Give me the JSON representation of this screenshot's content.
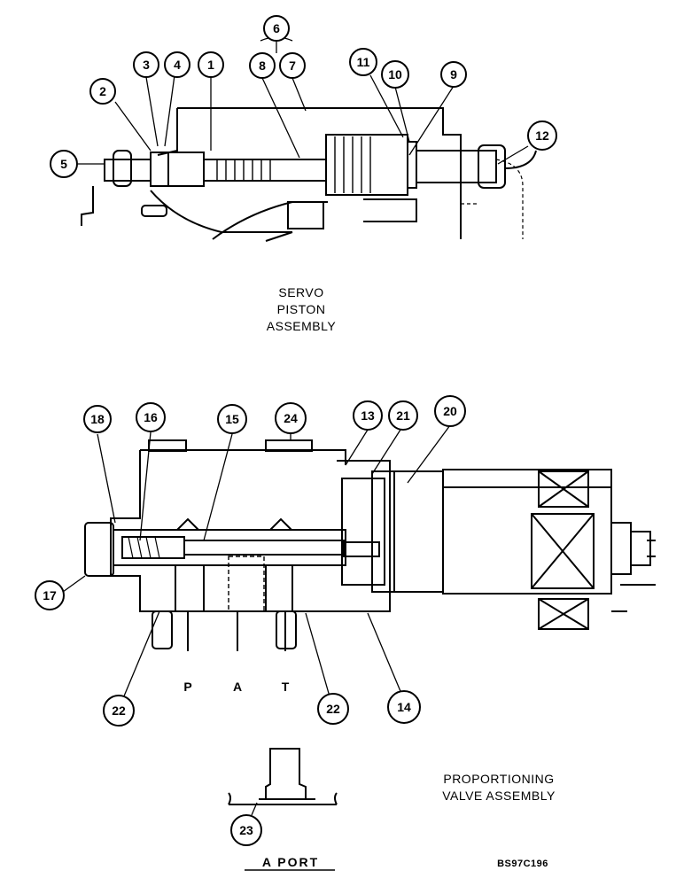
{
  "callouts": {
    "n1": "1",
    "n2": "2",
    "n3": "3",
    "n4": "4",
    "n5": "5",
    "n6": "6",
    "n7": "7",
    "n8": "8",
    "n9": "9",
    "n10": "10",
    "n11": "11",
    "n12": "12",
    "n13": "13",
    "n14": "14",
    "n15": "15",
    "n16": "16",
    "n17": "17",
    "n18": "18",
    "n20": "20",
    "n21": "21",
    "n22a": "22",
    "n22b": "22",
    "n23": "23",
    "n24": "24"
  },
  "ports": {
    "p": "P",
    "a": "A",
    "t": "T"
  },
  "labels": {
    "servo_line1": "SERVO",
    "servo_line2": "PISTON",
    "servo_line3": "ASSEMBLY",
    "prop_line1": "PROPORTIONING",
    "prop_line2": "VALVE ASSEMBLY",
    "a_port": "A PORT",
    "figure_code": "BS97C196"
  }
}
